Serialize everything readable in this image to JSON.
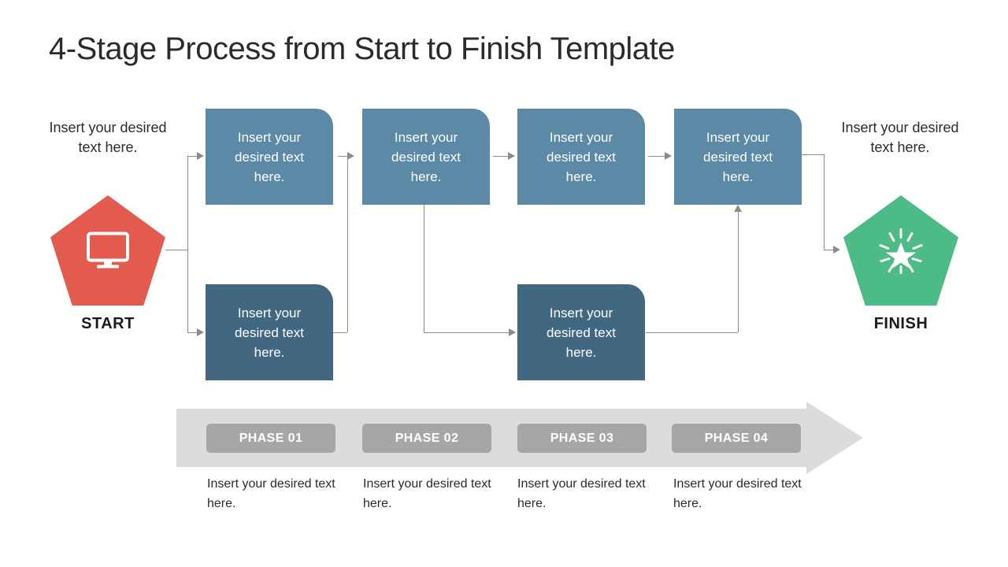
{
  "page": {
    "title": "4-Stage Process from Start to Finish Template",
    "background_color": "#ffffff"
  },
  "colors": {
    "start_pentagon": "#e35b4f",
    "finish_pentagon": "#4cbb87",
    "box_top_row": "#5b89a6",
    "box_bottom_row": "#426780",
    "phase_band": "#dcdcdc",
    "phase_chip": "#a6a6a6",
    "connector_line": "#8c8c8c",
    "text_dark": "#2b2b2b",
    "text_light": "#ffffff"
  },
  "start_node": {
    "caption": "Insert your desired text here.",
    "label": "START",
    "icon": "monitor-icon"
  },
  "finish_node": {
    "caption": "Insert your desired text here.",
    "label": "FINISH",
    "icon": "sparkle-star-icon"
  },
  "process_boxes": {
    "top_row": [
      {
        "text": "Insert your desired text here."
      },
      {
        "text": "Insert your desired text here."
      },
      {
        "text": "Insert your desired text here."
      },
      {
        "text": "Insert your desired text here."
      }
    ],
    "bottom_row": [
      {
        "text": "Insert your desired text here."
      },
      {
        "text": "Insert your desired text here."
      }
    ]
  },
  "phases": [
    {
      "label": "PHASE 01",
      "caption": "Insert your desired text here."
    },
    {
      "label": "PHASE 02",
      "caption": "Insert your desired text here."
    },
    {
      "label": "PHASE 03",
      "caption": "Insert your desired text here."
    },
    {
      "label": "PHASE 04",
      "caption": "Insert your desired text here."
    }
  ]
}
